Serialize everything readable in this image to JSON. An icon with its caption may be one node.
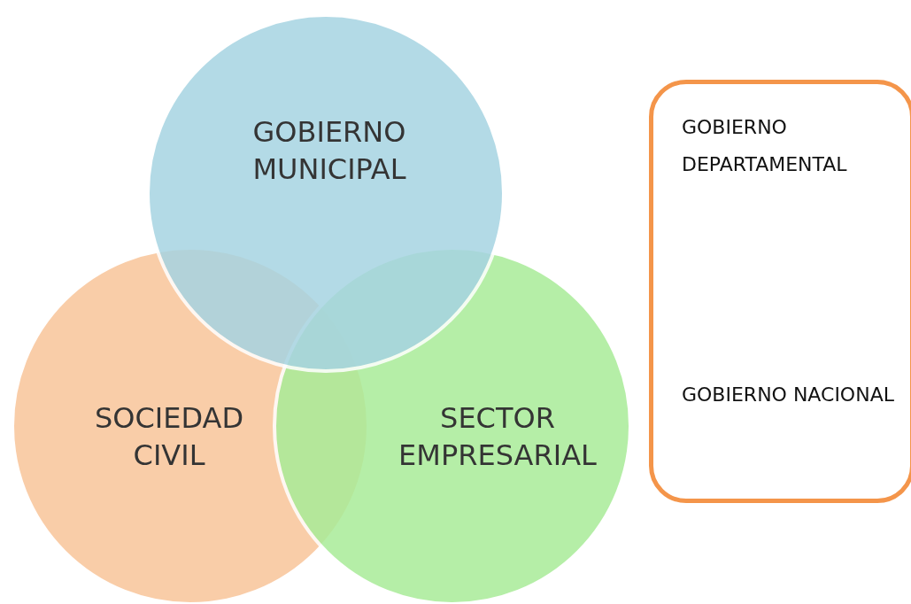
{
  "diagram": {
    "nodes": [
      {
        "text": [
          "GOBIERNO MUNICIPAL"
        ]
      },
      {
        "text": [
          "SOCIEDAD CIVIL"
        ]
      },
      {
        "text": [
          "SECTOR EMPRESARIAL"
        ]
      },
      {
        "text": [
          "GOBIERNO DEPARTAMENTAL",
          "GOBIERNO NACIONAL"
        ]
      }
    ]
  }
}
